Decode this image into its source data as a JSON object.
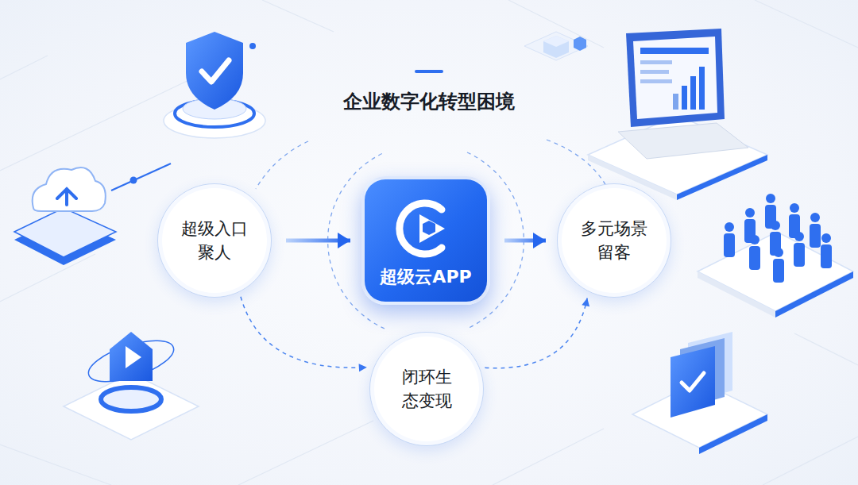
{
  "diagram": {
    "title": "企业数字化转型困境",
    "nodes": [
      {
        "text": [
          "超级入口 聚人"
        ]
      },
      {
        "text": [
          "超级云APP"
        ]
      },
      {
        "text": [
          "多元场景 留客"
        ]
      },
      {
        "text": [
          "闭环生 态变现"
        ]
      }
    ],
    "edges": [
      {
        "from": 0,
        "to": 1,
        "arrow": "to"
      },
      {
        "from": 1,
        "to": 2,
        "arrow": "to"
      },
      {
        "from": 0,
        "to": 3,
        "arrow": "to"
      },
      {
        "from": 3,
        "to": 2,
        "arrow": "to"
      }
    ]
  }
}
